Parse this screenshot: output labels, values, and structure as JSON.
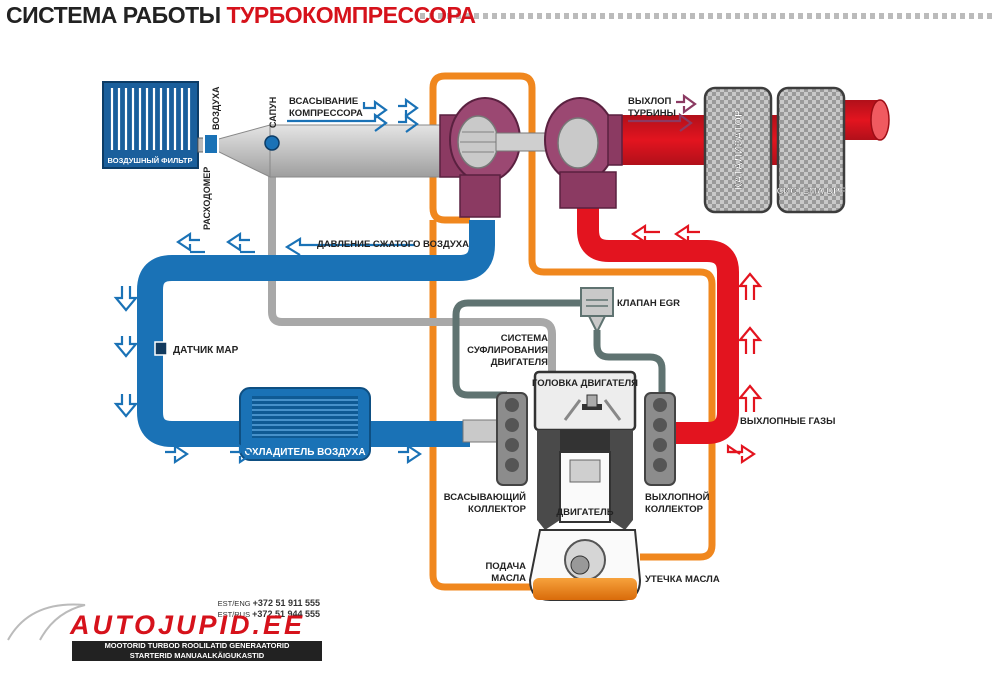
{
  "title": {
    "main": "СИСТЕМА РАБОТЫ ",
    "accent": "ТУРБОКОМПРЕССОРА"
  },
  "labels": {
    "air_filter": "ВОЗДУШНЫЙ ФИЛЬТР",
    "flowmeter": "РАСХОДОМЕР",
    "air": "ВОЗДУХА",
    "breather": "САПУН",
    "intake_line1": "ВСАСЫВАНИЕ",
    "intake_line2": "КОМПРЕССОРА",
    "exhaust_line1": "ВЫХЛОП",
    "exhaust_line2": "ТУРБИНЫ",
    "catalyst": "КАТАЛИЗАТОР",
    "dpf": "СИСТЕМА DPF",
    "boost_pressure": "ДАВЛЕНИЕ СЖАТОГО ВОЗДУХА",
    "map_sensor": "ДАТЧИК MAP",
    "intercooler": "ОХЛАДИТЕЛЬ ВОЗДУХА",
    "egr_valve": "КЛАПАН EGR",
    "crankcase_line1": "СИСТЕМА",
    "crankcase_line2": "СУФЛИРОВАНИЯ",
    "crankcase_line3": "ДВИГАТЕЛЯ",
    "cylinder_head": "ГОЛОВКА ДВИГАТЕЛЯ",
    "exhaust_gases": "ВЫХЛОПНЫЕ ГАЗЫ",
    "intake_manifold_line1": "ВСАСЫВАЮЩИЙ",
    "intake_manifold_line2": "КОЛЛЕКТОР",
    "exhaust_manifold_line1": "ВЫХЛОПНОЙ",
    "exhaust_manifold_line2": "КОЛЛЕКТОР",
    "engine": "ДВИГАТЕЛЬ",
    "oil_supply_line1": "ПОДАЧА",
    "oil_supply_line2": "МАСЛА",
    "oil_leak": "УТЕЧКА МАСЛА"
  },
  "contacts": {
    "est_eng_label": "EST/ENG",
    "est_eng_phone": "+372 51 911 555",
    "est_rus_label": "EST/RUS",
    "est_rus_phone": "+372 51 944 555"
  },
  "logo": {
    "name": "AUTOJUPID.EE",
    "tagline1": "MOOTORID TURBOD ROOLILATID GENERAATORID",
    "tagline2": "STARTERID MANUAALKÄIGUKASTID"
  },
  "colors": {
    "blue": "#1a72b6",
    "red": "#e3141f",
    "orange": "#f0871e",
    "gray": "#a8a8a8",
    "dark_teal": "#5f7371",
    "turbo": "#8b3a62",
    "title_accent": "#d6121b"
  }
}
